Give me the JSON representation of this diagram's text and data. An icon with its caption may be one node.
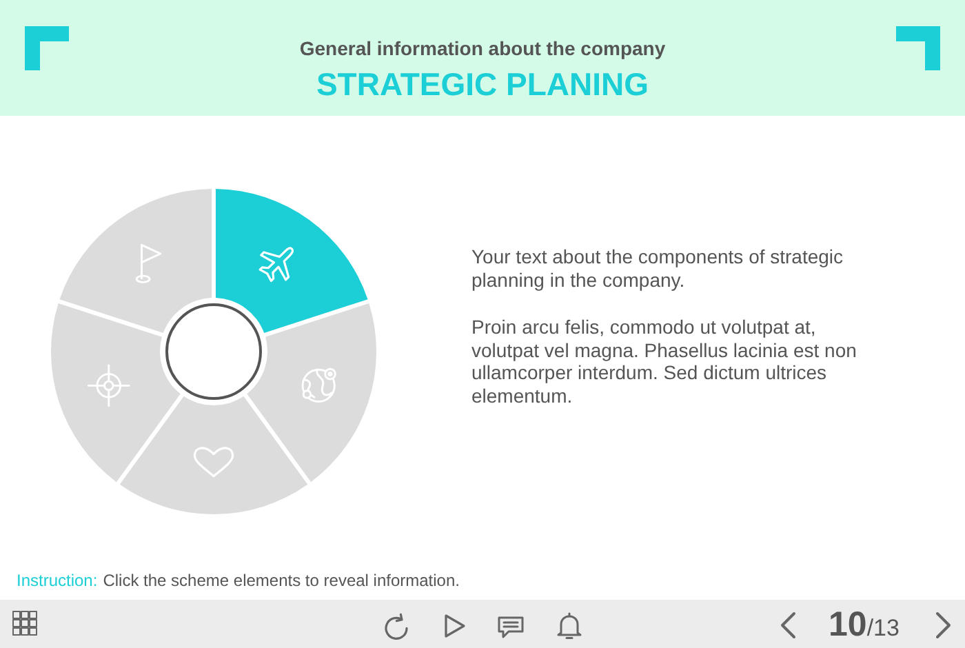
{
  "diagram": {
    "title": "STRATEGIC PLANING",
    "nodes": [
      {
        "text": [],
        "shape": "segment"
      },
      {
        "text": [],
        "shape": "segment"
      },
      {
        "text": [],
        "shape": "circle"
      },
      {
        "text": [],
        "shape": "segment"
      },
      {
        "text": [],
        "shape": "segment"
      },
      {
        "text": [],
        "shape": "segment"
      }
    ],
    "edges": [],
    "labels": [
      "General information about the company",
      "Your text about the components of strategic planning in the company.",
      "Proin arcu felis, commodo ut volutpat at, volutpat vel magna. Phasellus lacinia est non ullamcorper interdum. Sed dictum ultrices elementum.",
      "Instruction:",
      "Click the scheme elements to reveal information.",
      "**10**/13"
    ]
  }
}
